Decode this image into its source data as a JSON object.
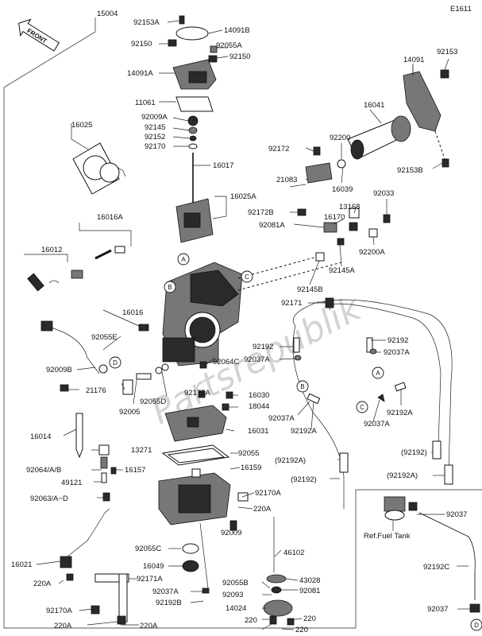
{
  "diagram_id": "E1611",
  "front_label": "FRONT",
  "watermark": "Partsrepublik",
  "main_part": "15004",
  "callouts": {
    "a": "A",
    "b": "B",
    "c": "C",
    "d": "D"
  },
  "labels": {
    "p92153A_top": "92153A",
    "p14091B": "14091B",
    "p92150_l": "92150",
    "p92055A": "92055A",
    "p92150_r": "92150",
    "p14091A": "14091A",
    "p11061": "11061",
    "p92009A": "92009A",
    "p92145": "92145",
    "p92152": "92152",
    "p92170": "92170",
    "p16017": "16017",
    "p16025": "16025",
    "p16025A": "16025A",
    "p16016A": "16016A",
    "p16012": "16012",
    "p16016": "16016",
    "p92055E": "92055E",
    "p92009B": "92009B",
    "p21176": "21176",
    "p92005": "92005",
    "p92055D": "92055D",
    "p92064C": "92064C",
    "p92172A": "92172A",
    "p16030": "16030",
    "p18044": "18044",
    "p16031": "16031",
    "p16014": "16014",
    "p13271": "13271",
    "p92064AB": "92064/A/B",
    "p16157": "16157",
    "p49121": "49121",
    "p92063AD": "92063/A~D",
    "p92055": "92055",
    "p16159": "16159",
    "p92170A_mid": "92170A",
    "p220A_mid": "220A",
    "p16021": "16021",
    "p220A_l1": "220A",
    "p92055C": "92055C",
    "p16049": "16049",
    "p92009": "92009",
    "p92171A": "92171A",
    "p92037A_bot": "92037A",
    "p92192B": "92192B",
    "p92170A_bot": "92170A",
    "p220A_l2": "220A",
    "p220A_bot": "220A",
    "p14091": "14091",
    "p92153": "92153",
    "p16041": "16041",
    "p92200": "92200",
    "p92172": "92172",
    "p21083": "21083",
    "p16039": "16039",
    "p92153B": "92153B",
    "p92033": "92033",
    "p13168": "13168",
    "p92172B": "92172B",
    "p16170": "16170",
    "p92081A": "92081A",
    "p92200A": "92200A",
    "p92145A": "92145A",
    "p92145B": "92145B",
    "p92171": "92171",
    "p92192_a": "92192",
    "p92037A_r": "92037A",
    "p92192_l": "92192",
    "p92037A_l": "92037A",
    "p92037A_m": "92037A",
    "p92192A_r": "92192A",
    "p92192A_l": "92192A",
    "p92192A_paren": "(92192A)",
    "p92192_paren_r": "(92192)",
    "p92192_paren_l": "(92192)",
    "p92192A_paren_r": "(92192A)",
    "p46102": "46102",
    "p92055B": "92055B",
    "p43028": "43028",
    "p92093": "92093",
    "p92081": "92081",
    "p14024": "14024",
    "p220_a": "220",
    "p220_b": "220",
    "p220_c": "220",
    "p92037_r": "92037",
    "ref_fuel_tank": "Ref.Fuel Tank",
    "p92192C": "92192C",
    "p92037_bot": "92037"
  }
}
